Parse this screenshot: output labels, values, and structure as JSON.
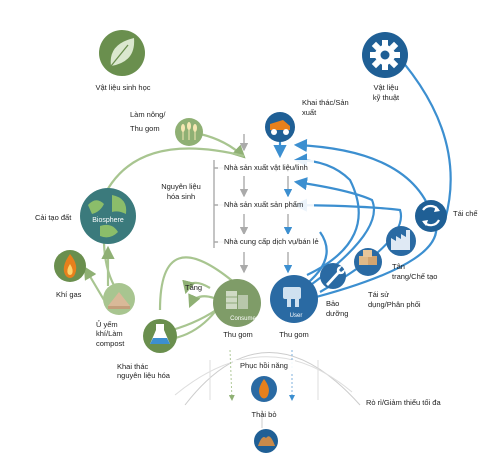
{
  "diagram": {
    "biological": {
      "bio_materials": "Vật liệu sinh học",
      "farming": "Làm nông/\nThu gom",
      "biochemical_feedstock": "Nguyên liệu\nhóa sinh",
      "biosphere": "Biosphere",
      "soil_regeneration": "Cải tạo đất",
      "biogas": "Khí gas",
      "digestion": "Ủ yếm\nkhí/Làm\ncompost",
      "extraction_biochem": "Khai thác\nnguyên liệu hóa",
      "cascades": "Tầng"
    },
    "technical": {
      "tech_materials": "Vật liệu\nkỹ thuật",
      "mining": "Khai thác/Sản\nxuất",
      "recycle": "Tái chế",
      "refurbish": "Tân\ntrang/Chế tạo",
      "reuse": "Tái sử\ndụng/Phân phối",
      "maintenance": "Bảo\ndưỡng"
    },
    "chain": {
      "parts_manufacturer": "Nhà sản xuất vật liệu/linh",
      "product_manufacturer": "Nhà sản xuất sản phẩm",
      "service_provider": "Nhà cung cấp dịch vụ/bán lẻ"
    },
    "consumer": {
      "circle_text": "Consumer",
      "label": "Thu gom"
    },
    "user": {
      "circle_text": "User",
      "label": "Thu gom"
    },
    "bottom": {
      "energy_recovery": "Phục hồi năng",
      "landfill": "Thải bỏ",
      "leakage": "Rò rỉ/Giảm thiểu tối đa"
    },
    "colors": {
      "green_dark": "#6a8f4e",
      "green_light": "#a8c590",
      "blue_dark": "#1f5f95",
      "blue_light": "#3c8fd0",
      "orange": "#e7801c",
      "gray_line": "#bbbbbb"
    },
    "icons": [
      "leaf-icon",
      "gear-icon",
      "wheat-icon",
      "mining-truck-icon",
      "globe-icon",
      "flame-icon",
      "compost-icon",
      "flask-icon",
      "wrench-icon",
      "boxes-icon",
      "factory-icon",
      "recycle-icon",
      "cabinet-icon",
      "tools-icon"
    ]
  }
}
